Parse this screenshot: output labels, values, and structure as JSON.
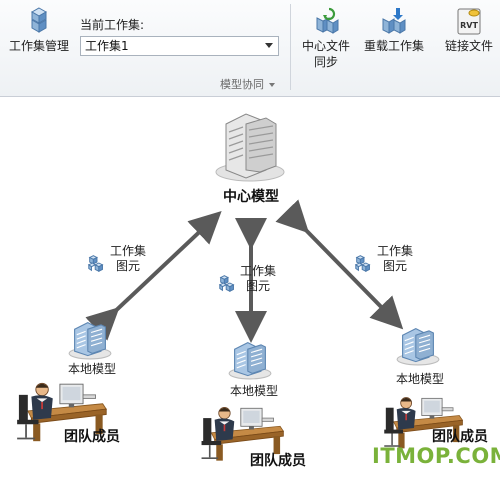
{
  "toolbar": {
    "manage_workset_label": "工作集管理",
    "current_workset_label": "当前工作集:",
    "current_workset_value": "工作集1",
    "sync_with_central_label": "中心文件\n同步",
    "reload_latest_label": "重载工作集",
    "linked_file_label": "链接文件",
    "linked_file_icon_text": "RVT",
    "panel_title": "模型协同"
  },
  "diagram": {
    "central_model_label": "中心模型",
    "workset_element_label": "工作集\n图元",
    "local_model_label": "本地模型",
    "team_member_label": "团队成员"
  },
  "watermark": "ITMOP.COM",
  "colors": {
    "arrow": "#5a5a5a",
    "building_blue": "#8fb4d8",
    "building_gray": "#dcdcdc",
    "desk": "#b07a3c",
    "watermark": "#7ab23a"
  }
}
